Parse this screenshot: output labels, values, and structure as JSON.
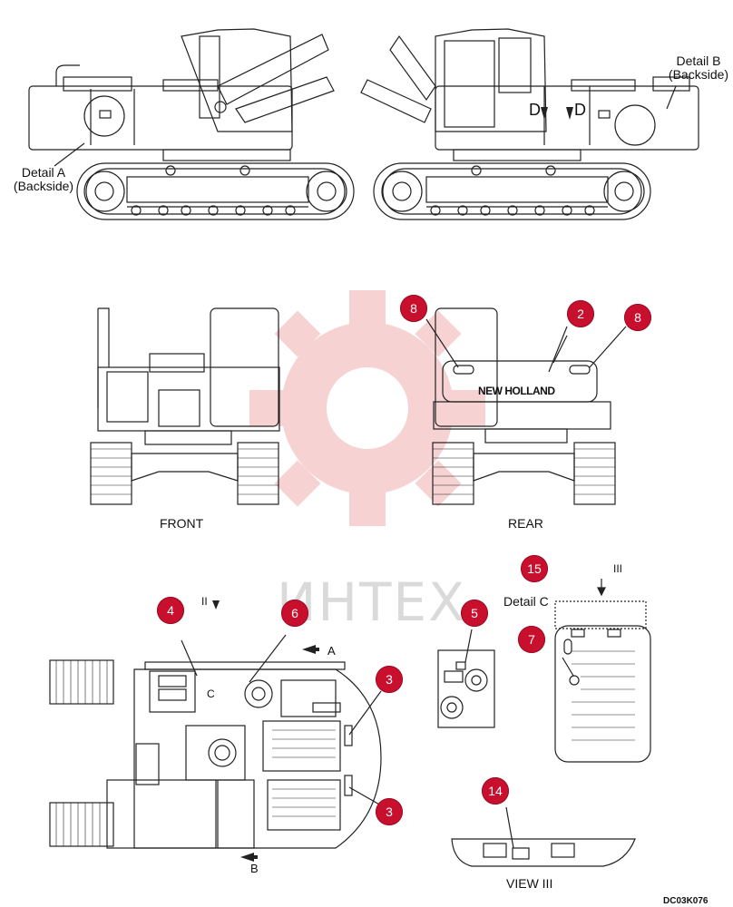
{
  "labels": {
    "detail_a": [
      "Detail A",
      "(Backside)"
    ],
    "detail_b": [
      "Detail B",
      "(Backside)"
    ],
    "detail_c": "Detail C",
    "front": "FRONT",
    "rear": "REAR",
    "view_iii": "VIEW III",
    "view_iii_arrow": "III",
    "view_ii_arrow": "II",
    "arrow_a": "A",
    "arrow_b": "B",
    "marker_c": "C",
    "marker_d": "D",
    "brand": "NEW HOLLAND",
    "drawing_code": "DC03K076",
    "watermark": "ИНТЕХ"
  },
  "callouts": [
    {
      "id": "callout-8-left",
      "label": "8"
    },
    {
      "id": "callout-2",
      "label": "2"
    },
    {
      "id": "callout-8-right",
      "label": "8"
    },
    {
      "id": "callout-4",
      "label": "4"
    },
    {
      "id": "callout-6",
      "label": "6"
    },
    {
      "id": "callout-5",
      "label": "5"
    },
    {
      "id": "callout-15",
      "label": "15"
    },
    {
      "id": "callout-7",
      "label": "7"
    },
    {
      "id": "callout-3-top",
      "label": "3"
    },
    {
      "id": "callout-3-bottom",
      "label": "3"
    },
    {
      "id": "callout-14",
      "label": "14"
    }
  ],
  "colors": {
    "callout": "#c8102e",
    "line": "#222222",
    "watermark": "#f2b8b8"
  }
}
